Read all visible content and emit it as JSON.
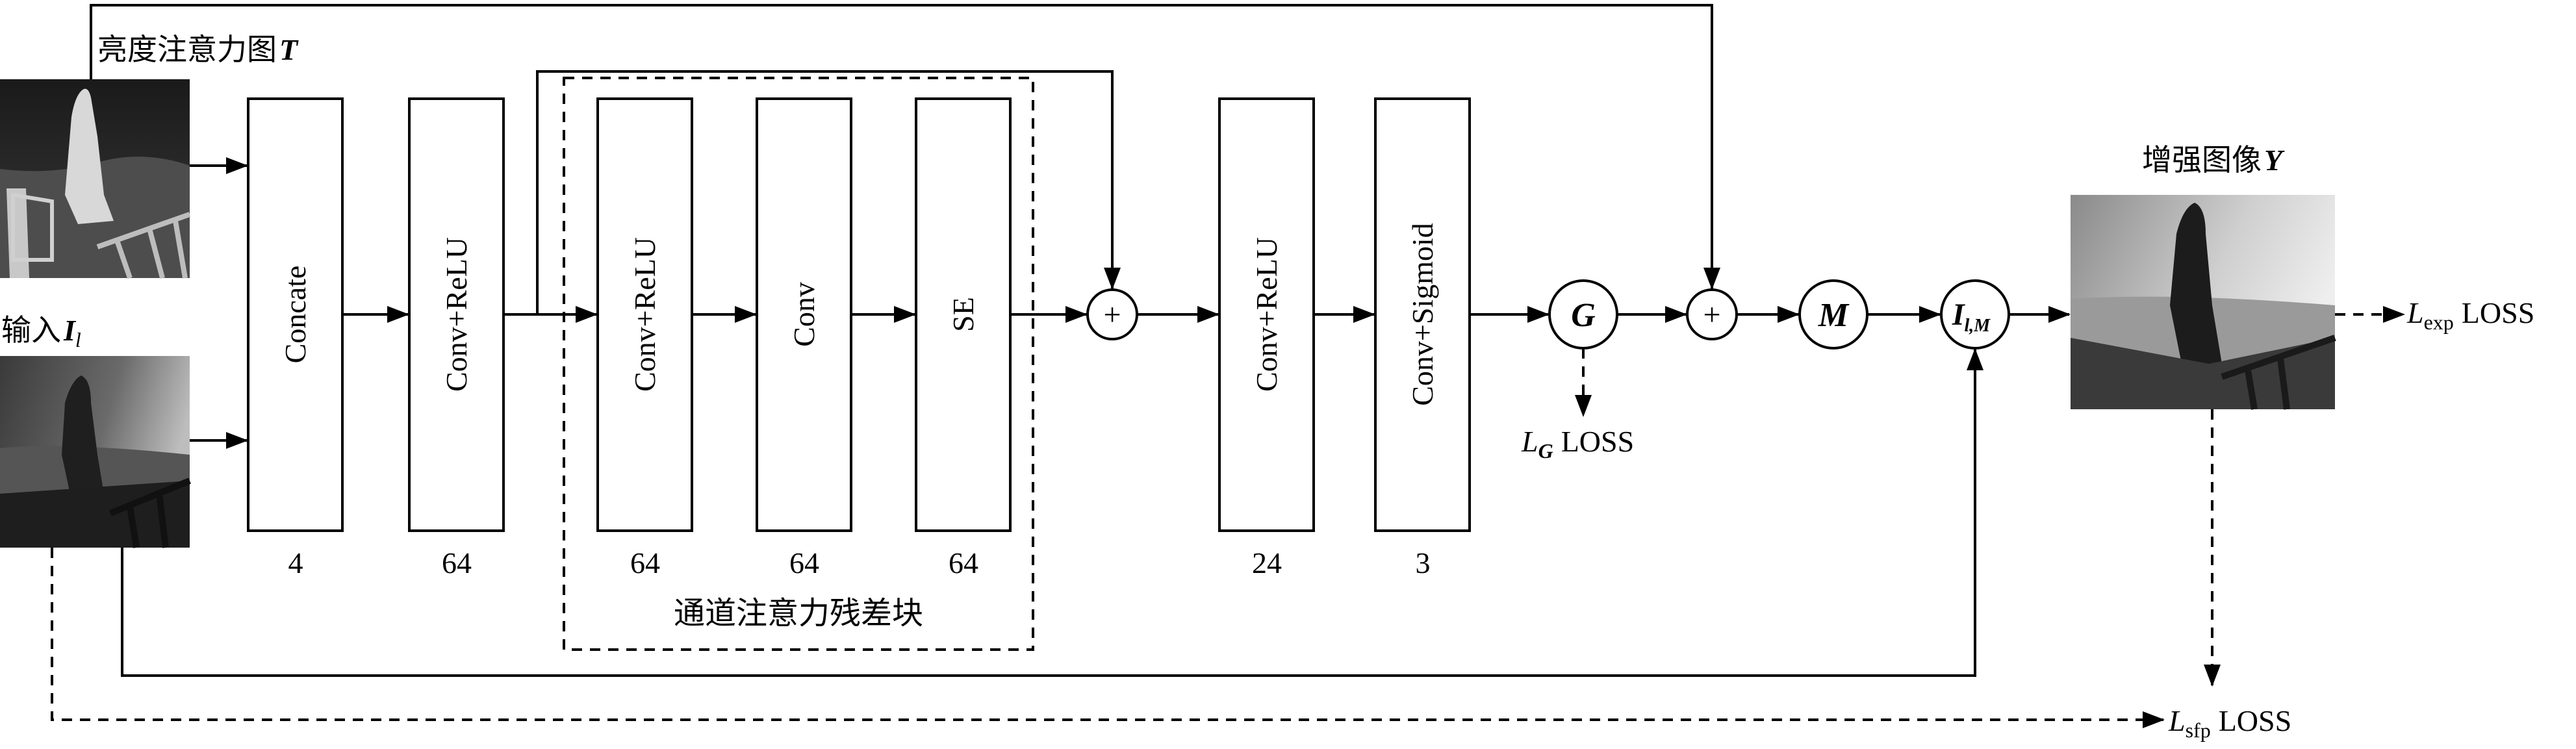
{
  "inputs": {
    "brightness_map": "亮度注意力图",
    "brightness_symbol": "T",
    "input_label": "输入",
    "input_symbol": "I",
    "input_sub": "l"
  },
  "blocks": [
    {
      "label": "Concate",
      "channels": "4"
    },
    {
      "label": "Conv+ReLU",
      "channels": "64"
    },
    {
      "label": "Conv+ReLU",
      "channels": "64"
    },
    {
      "label": "Conv",
      "channels": "64"
    },
    {
      "label": "SE",
      "channels": "64"
    },
    {
      "label": "Conv+ReLU",
      "channels": "24"
    },
    {
      "label": "Conv+Sigmoid",
      "channels": "3"
    }
  ],
  "residual_block_label": "通道注意力残差块",
  "operators": {
    "plus": "+",
    "G": "G",
    "M": "M",
    "I_main": "I",
    "I_sub": "l,M"
  },
  "output": {
    "label": "增强图像",
    "symbol": "Y"
  },
  "losses": {
    "g": {
      "L": "L",
      "sub": "G",
      "text": "LOSS"
    },
    "exp": {
      "L": "L",
      "sub": "exp",
      "text": "LOSS"
    },
    "sfp": {
      "L": "L",
      "sub": "sfp",
      "text": "LOSS"
    }
  },
  "colors": {
    "line": "#000000",
    "background": "#ffffff"
  },
  "image_thumbnails": [
    "brightness-attention-image",
    "input-low-light-image",
    "enhanced-output-image"
  ]
}
